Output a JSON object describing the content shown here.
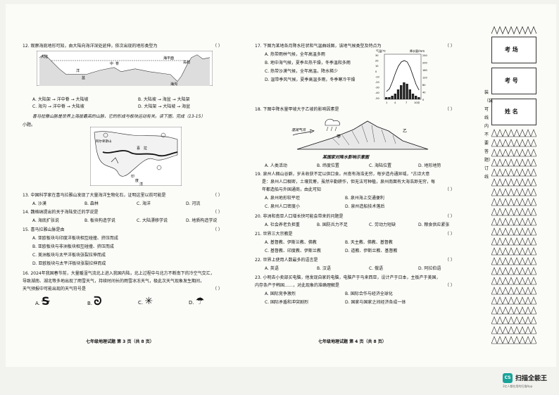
{
  "col1": {
    "q12": "12. 观察海底地形可知，由大陆向海洋深处延伸，依次出现的地形类型为",
    "q12_paren": "（     ）",
    "q12_map_labels": [
      "大陆",
      "洋",
      "盆",
      "中",
      "脊",
      "海沟",
      "岛屿",
      "海平面"
    ],
    "q12_opts": [
      "A. 大陆架 → 洋中脊 → 大陆坡",
      "B. 大陆坡 → 海盆 → 大陆架",
      "C. 海沟 → 洋中脊 → 大陆坡",
      "D. 大陆架 → 大陆坡 → 海盆"
    ],
    "intro": "喜马拉雅山脉是世界上海拔最高的山脉，它的形成与板块运动有关。读下图，完成（13-15）",
    "intro2": "小题。",
    "map2_labels": [
      "阿尔卑斯山",
      "印",
      "度",
      "洋",
      "喜",
      "拉"
    ],
    "q13": "13. 中国科学家在喜马拉雅山发现了大量海洋生物化石，证明这里以前可能是",
    "q13_paren": "（     ）",
    "q13_opts": [
      "A. 沙漠",
      "B. 森林",
      "C. 海洋",
      "D. 河流"
    ],
    "q14": "14. 魏格纳提出的关于海陆变迁的学说是",
    "q14_paren": "（     ）",
    "q14_opts": [
      "A. 海底扩张说",
      "B. 板块构造学说",
      "C. 大陆漂移学说",
      "D. 地质构造学说"
    ],
    "q15": "15. 喜马拉雅山脉是由",
    "q15_paren": "（     ）",
    "q15_opts": [
      "A. 亚欧板块与印度洋板块相互碰撞、挤压而成",
      "B. 亚欧板块与非洲板块相互碰撞、挤压而成",
      "C. 美洲板块与太平洋板块张裂拉伸而成",
      "D. 亚欧板块与太平洋板块张裂拉伸而成"
    ],
    "q16": "16. 2024年我国春节前，大量暖湿气流北上进入我国内陆，北上过程中与北方不断南下的冷空气交汇，",
    "q16b": "导致湖南、湖北等多地出现了雨雪天气，持续时间长的雨雪冰冻天气，极此次天气现象发生期间，",
    "q16c": "天气预报中可能出现的天气符号是",
    "q16_paren": "（     ）",
    "q16_letters": [
      "A.",
      "B.",
      "C.",
      "D."
    ],
    "q16_syms": [
      "S",
      "ᘐ",
      "✳",
      "☂"
    ],
    "footer": "七年级地理试题  第 3 页（共 8 页）"
  },
  "col2": {
    "q17": "17. 下图为某地各月降水柱状和气温曲线图，该地气候类型及特点为",
    "q17_paren": "（     ）",
    "chart_ylabel_left": "气温/℃",
    "chart_ylabel_right": "降水量/mm",
    "chart_x": [
      "1",
      "4",
      "7",
      "10月"
    ],
    "chart_yleft": [
      "30",
      "20",
      "10",
      "0",
      "-10",
      "-20",
      "-30",
      "-40",
      "-50"
    ],
    "chart_yright": [
      "240",
      "200",
      "160",
      "120",
      "80",
      "40",
      "0"
    ],
    "q17_opts": [
      "A. 热带雨林气候，全年高温多雨",
      "B. 地中海气候，夏季炎热干燥，冬季温和多雨",
      "C. 热带沙漠气候，全年高温，降水稀少",
      "D. 温带季风气候，夏季高温多雨，冬季寒冷干燥"
    ],
    "q18": "18. 下图中降水量甲坡大于乙坡的影响因素是",
    "q18_paren": "（     ）",
    "mount_labels": [
      "湿润气流",
      "甲",
      "乙"
    ],
    "mount_caption": "某国家对降水影响示意图",
    "q18_opts": [
      "A. 人类活动",
      "B. 纬度位置",
      "C. 海陆位置",
      "D. 地形地势"
    ],
    "q19": "19. 泉州人稠山谷僻，岁未收获不足以供口食。州南有海浩无穷，每岁造舟通异域，\"古诗大意",
    "q19b": "是：泉州人口稠密，土壤贫瘠，虽然辛勤耕作，但无法可种植，泉州南面有大海浩渺无穷，每",
    "q19c": "年都造船与外国通商，由此可知",
    "q19_paren": "（     ）",
    "q19_opts": [
      "A. 泉州地形较平坦",
      "B. 泉州海上交通便利",
      "C. 泉州人口密度小",
      "D. 泉州造船技术落后"
    ],
    "q20": "20. 非洲和南亚人口增长快可能会带来的问题是",
    "q20_paren": "（     ）",
    "q20_opts": [
      "A. 社会养老负担重",
      "B. 国防兵力不足",
      "C. 劳动力短缺",
      "D. 粮食供应紧张"
    ],
    "q21": "21. 世界三大宗教是",
    "q21_paren": "（     ）",
    "q21_opts": [
      "A. 基督教、伊斯兰教、佛教",
      "B. 天主教、佛教、基督教",
      "C. 基督教、印度教、伊斯兰教",
      "D. 道教、伊斯兰教、基督教"
    ],
    "q22": "22. 世界上使用人数最多的语言是",
    "q22_paren": "（     ）",
    "q22_opts": [
      "A. 英语",
      "B. 汉语",
      "C. 俄语",
      "D. 阿拉伯语"
    ],
    "q23": "23. 小明去小卖部买电脑，他发现自家的电脑，电脑产于马来西亚，设计产于日本，主板产于美国，",
    "q23b": "内存条产于韩国……，对此现象的准确理解是",
    "q23_paren": "（     ）",
    "q23_opts": [
      "A. 国际竞争激烈",
      "B. 国际合作与经济全球化",
      "C. 国际矛盾和冲突剧烈",
      "D. 国家与国家之间经济各成一体"
    ],
    "footer": "七年级地理试题  第 4 页（共 8 页）"
  },
  "side": {
    "kaochang": "考    场",
    "kaohao": "考    号",
    "xingming": "姓    名",
    "binding": "装（装可线内不要答题）订线"
  },
  "scanner": {
    "name": "扫描全能王",
    "sub": "3亿人都在用的扫描App",
    "logo": "CS"
  }
}
